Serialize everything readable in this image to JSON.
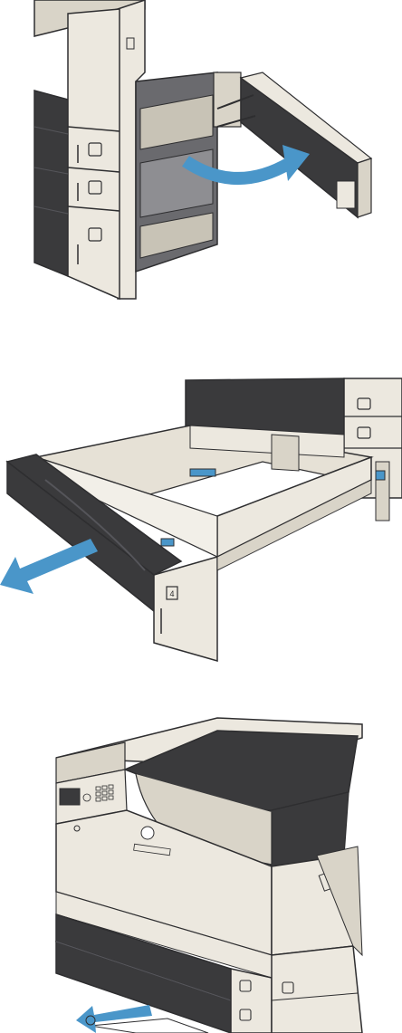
{
  "illustrations": [
    {
      "id": "open-right-door",
      "icon": "printer-right-door-open-illustration"
    },
    {
      "id": "pull-out-tray",
      "icon": "paper-tray-pulled-out-illustration",
      "tray_number": "4"
    },
    {
      "id": "remove-jammed-paper",
      "icon": "printer-paper-jam-illustration"
    }
  ],
  "colors": {
    "arrow": "#4a96c9",
    "body_light": "#ece8df",
    "body_mid": "#d9d4c8",
    "body_dark": "#3a3a3c",
    "outline": "#2e2e30"
  }
}
